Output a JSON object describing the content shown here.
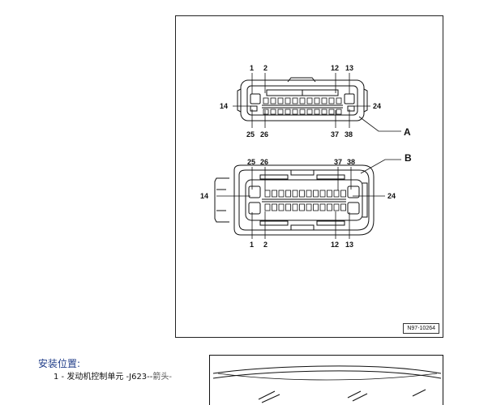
{
  "figure": {
    "id": "N97-10264",
    "callouts": {
      "a": "A",
      "b": "B"
    },
    "connector_a_pins": {
      "top_left": "1",
      "top_second": "2",
      "top_right_second": "12",
      "top_right": "13",
      "mid_left": "14",
      "mid_right": "24",
      "bottom_left": "25",
      "bottom_second": "26",
      "bottom_right_second": "37",
      "bottom_right": "38"
    },
    "connector_b_pins": {
      "top_left": "25",
      "top_second": "26",
      "top_right_second": "37",
      "top_right": "38",
      "mid_left": "14",
      "mid_right": "24",
      "bottom_left": "1",
      "bottom_second": "2",
      "bottom_right_second": "12",
      "bottom_right": "13"
    }
  },
  "installation": {
    "title": "安装位置:",
    "item_number": "1 -",
    "item_text": "发动机控制单元 -J623--",
    "item_suffix": "箭头-"
  }
}
